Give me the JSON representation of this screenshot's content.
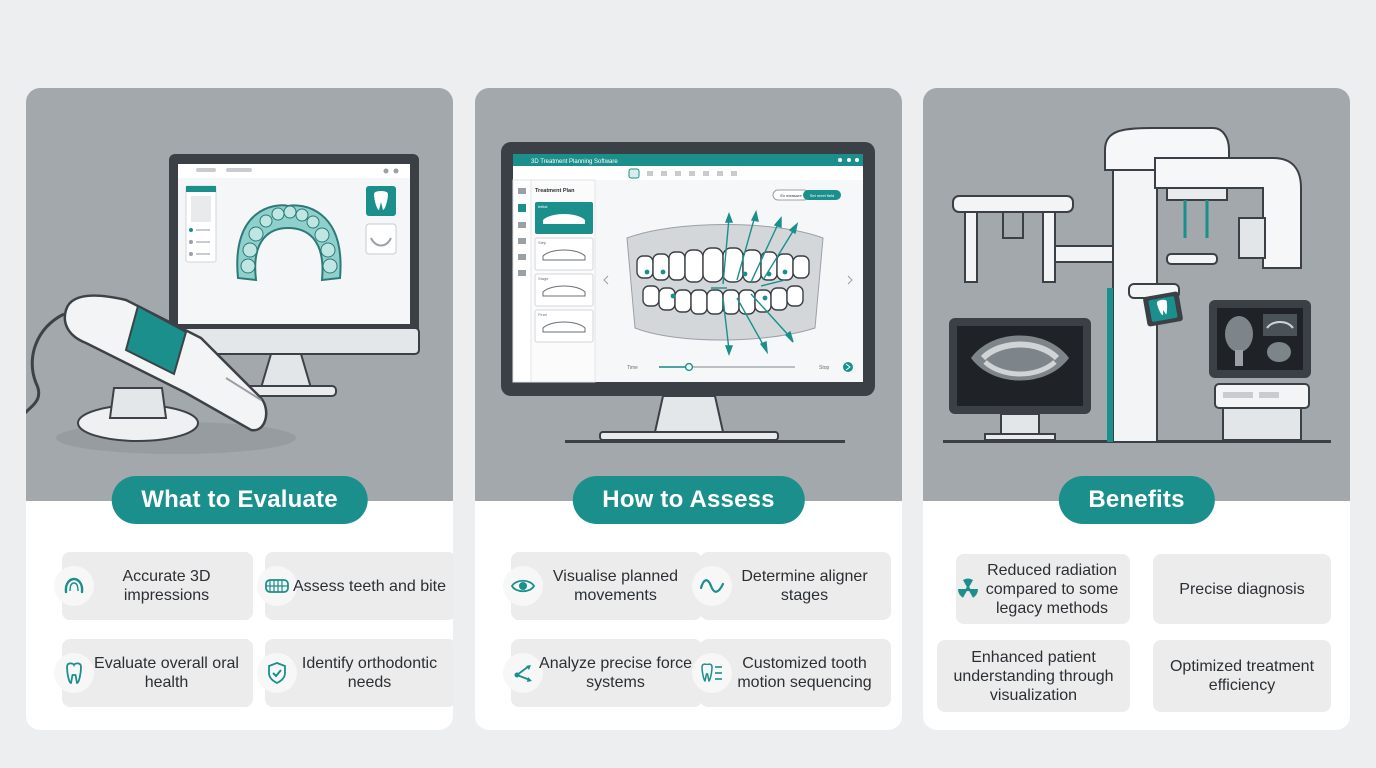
{
  "panels": [
    {
      "title": "What to Evaluate",
      "items": [
        {
          "label": "Accurate 3D impressions",
          "icon": "dental-arch-icon"
        },
        {
          "label": "Assess teeth and bite",
          "icon": "teeth-row-icon"
        },
        {
          "label": "Evaluate overall oral health",
          "icon": "tooth-icon"
        },
        {
          "label": "Identify orthodontic needs",
          "icon": "shield-check-icon"
        }
      ]
    },
    {
      "title": "How to Assess",
      "items": [
        {
          "label": "Visualise planned movements",
          "icon": "eye-icon"
        },
        {
          "label": "Determine aligner stages",
          "icon": "wave-icon"
        },
        {
          "label": "Analyze precise force systems",
          "icon": "vector-arrows-icon"
        },
        {
          "label": "Customized tooth motion sequencing",
          "icon": "tooth-sequence-icon"
        }
      ]
    },
    {
      "title": "Benefits",
      "items": [
        {
          "label": "Reduced radiation compared to some legacy methods",
          "icon": "radiation-icon"
        },
        {
          "label": "Precise diagnosis",
          "icon": ""
        },
        {
          "label": "Enhanced patient understanding through visualization",
          "icon": ""
        },
        {
          "label": "Optimized treatment efficiency",
          "icon": ""
        }
      ]
    }
  ],
  "screen_ui": {
    "app_title": "3D Treatment Planning Software",
    "sidebar_title": "Treatment Plan",
    "stage_labels": [
      "Initial",
      "Step",
      "Stage",
      "Final"
    ],
    "top_buttons": [
      "Ex measure",
      "Set meet field"
    ],
    "timeline_start": "Time",
    "timeline_end": "Stop"
  },
  "colors": {
    "accent": "#1a8f8c",
    "panel_art_bg": "#a3a8ad",
    "card_bg": "#ececed"
  }
}
